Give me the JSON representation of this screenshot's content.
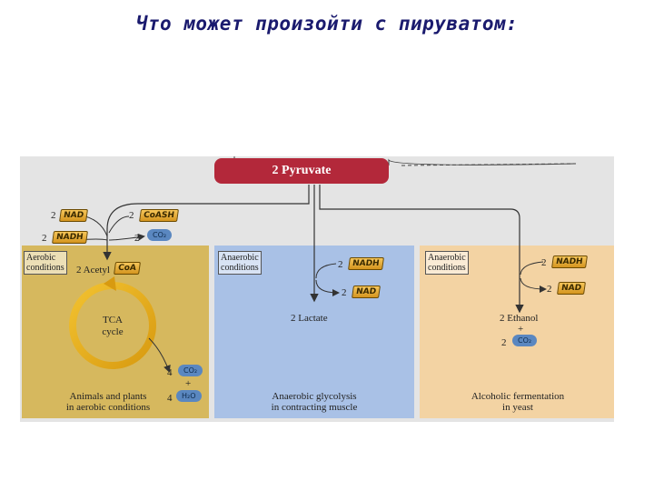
{
  "title": "Что может произойти с пируватом:",
  "pyruvate": "2 Pyruvate",
  "top_left": {
    "nad_coef": "2",
    "nad": "NAD",
    "nadh_coef": "2",
    "nadh": "NADH",
    "coash_coef": "2",
    "coash": "CoASH",
    "co2_coef": "2",
    "co2": "CO₂"
  },
  "panels": [
    {
      "box_label": "Aerobic\nconditions",
      "product": "2 Acetyl",
      "product_tag": "CoA",
      "cycle_label": "TCA\ncycle",
      "out1_coef": "4",
      "out1": "CO₂",
      "plus": "+",
      "out2_coef": "4",
      "out2": "H₂O",
      "caption": "Animals and plants\nin aerobic conditions",
      "color": "#d6b85e"
    },
    {
      "box_label": "Anaerobic\nconditions",
      "in_coef": "2",
      "in_tag": "NADH",
      "out_coef": "2",
      "out_tag": "NAD",
      "product": "2 Lactate",
      "caption": "Anaerobic glycolysis\nin contracting muscle",
      "color": "#a9c1e6"
    },
    {
      "box_label": "Anaerobic\nconditions",
      "in_coef": "2",
      "in_tag": "NADH",
      "out_coef": "2",
      "out_tag": "NAD",
      "product": "2 Ethanol",
      "plus": "+",
      "co2_coef": "2",
      "co2": "CO₂",
      "caption": "Alcoholic fermentation\nin yeast",
      "color": "#f3d3a3"
    }
  ]
}
